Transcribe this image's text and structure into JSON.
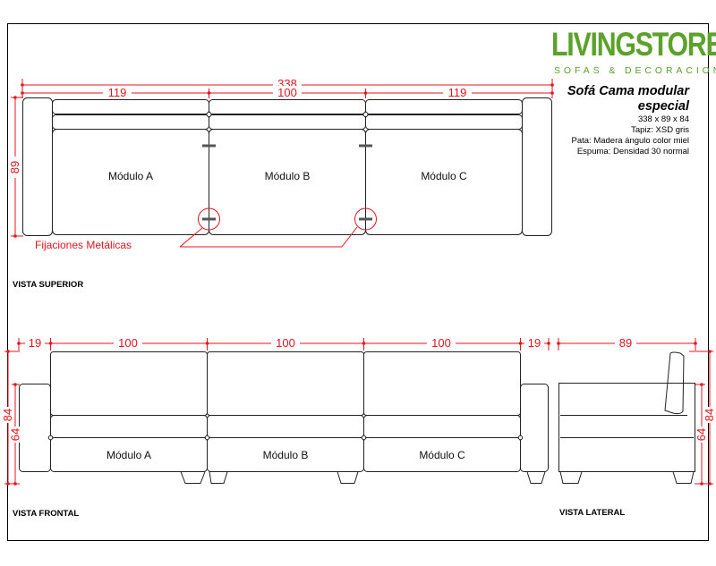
{
  "brand": {
    "name": "LIVINGSTORE.",
    "tagline": "SOFAS & DECORACION",
    "color": "#5aa22a"
  },
  "product": {
    "title_line1": "Sofá Cama modular",
    "title_line2": "especial",
    "dimensions": "338 x 89 x 84",
    "upholstery": "Tapiz: XSD gris",
    "legs": "Pata: Madera ángulo color miel",
    "foam": "Espuma: Densidad 30 normal"
  },
  "views": {
    "top": {
      "label": "VISTA SUPERIOR",
      "total_width": "338",
      "seg_a": "119",
      "seg_b": "100",
      "seg_c": "119",
      "depth": "89",
      "callout": "Fijaciones Metálicas",
      "module_a": "Módulo A",
      "module_b": "Módulo B",
      "module_c": "Módulo C"
    },
    "front": {
      "label": "VISTA FRONTAL",
      "arm_left": "19",
      "seg_a": "100",
      "seg_b": "100",
      "seg_c": "100",
      "arm_right": "19",
      "height": "84",
      "seat_height": "64",
      "module_a": "Módulo A",
      "module_b": "Módulo B",
      "module_c": "Módulo C"
    },
    "side": {
      "label": "VISTA LATERAL",
      "depth": "89",
      "height": "84",
      "seat_height": "64"
    }
  },
  "colors": {
    "dimension": "#e8141b",
    "outline": "#222222",
    "hardware": "#555555"
  }
}
